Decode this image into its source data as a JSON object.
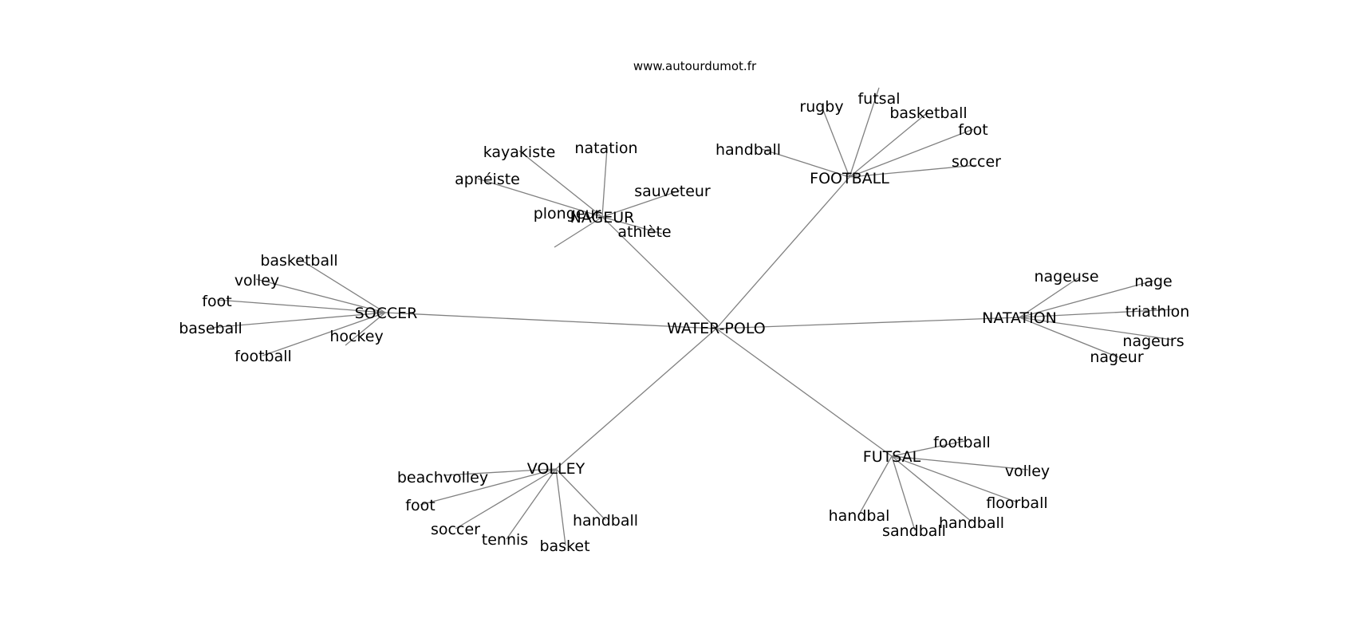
{
  "source": "www.autourdumot.fr",
  "center": "WATER-POLO",
  "groups": [
    {
      "id": "football",
      "label": "FOOTBALL",
      "words": [
        "handball",
        "rugby",
        "futsal",
        "basketball",
        "foot",
        "soccer"
      ]
    },
    {
      "id": "nageur",
      "label": "NAGEUR",
      "words": [
        "apnéiste",
        "kayakiste",
        "natation",
        "sauveteur",
        "athlète",
        "plongeur"
      ]
    },
    {
      "id": "soccer",
      "label": "SOCCER",
      "words": [
        "basketball",
        "volley",
        "foot",
        "baseball",
        "football",
        "hockey"
      ]
    },
    {
      "id": "natation",
      "label": "NATATION",
      "words": [
        "nageuse",
        "nage",
        "triathlon",
        "nageurs",
        "nageur"
      ]
    },
    {
      "id": "volley",
      "label": "VOLLEY",
      "words": [
        "beachvolley",
        "foot",
        "soccer",
        "tennis",
        "basket",
        "handball"
      ]
    },
    {
      "id": "futsal",
      "label": "FUTSAL",
      "words": [
        "football",
        "volley",
        "floorball",
        "handball",
        "sandball",
        "handbal"
      ]
    }
  ]
}
